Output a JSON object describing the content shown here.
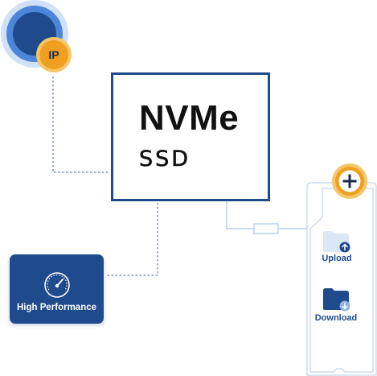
{
  "nvme": {
    "title": "NVMe",
    "subtitle": "SSD"
  },
  "ip_badge": {
    "label": "IP"
  },
  "performance": {
    "label": "High Performance",
    "icon": "gauge-icon"
  },
  "file_panel": {
    "upload_label": "Upload",
    "download_label": "Download",
    "add_icon": "plus-icon"
  },
  "colors": {
    "brand_blue": "#1f4a8c",
    "light_blue": "#cfe0f5",
    "accent_orange": "#f0a020",
    "connector_gray": "#6b7f99"
  }
}
